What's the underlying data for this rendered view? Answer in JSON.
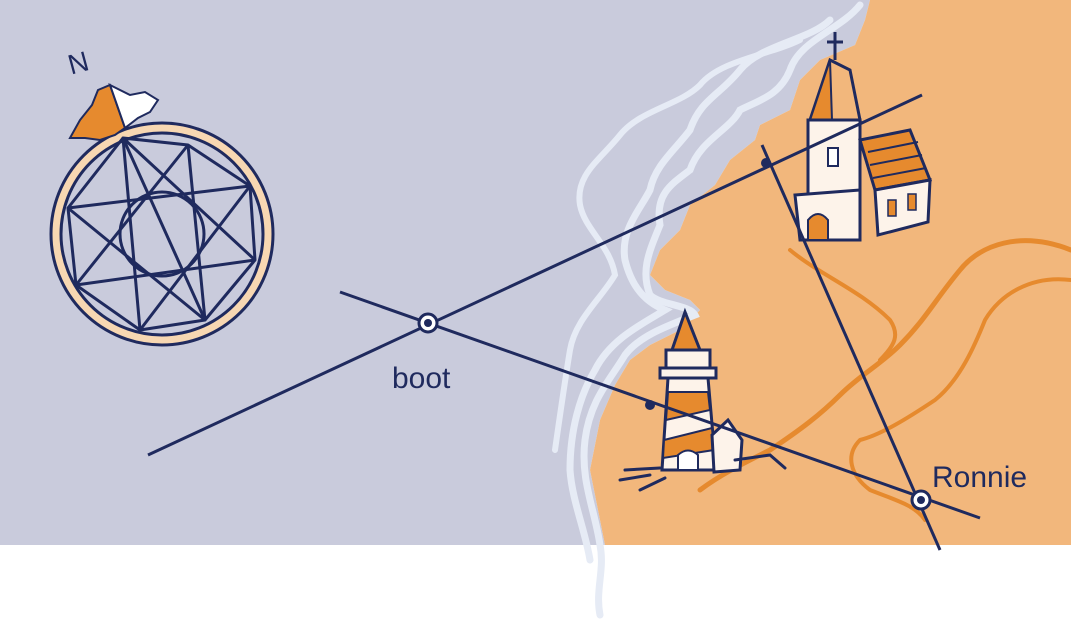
{
  "compass": {
    "north_letter": "N"
  },
  "points": {
    "boat_label": "boot",
    "person_label": "Ronnie"
  },
  "colors": {
    "sea": "#c9cbdc",
    "land": "#f2b77c",
    "ink": "#1f2a5e",
    "accent": "#e68a2e",
    "river": "#e6ebf5",
    "paper": "#ffffff"
  }
}
